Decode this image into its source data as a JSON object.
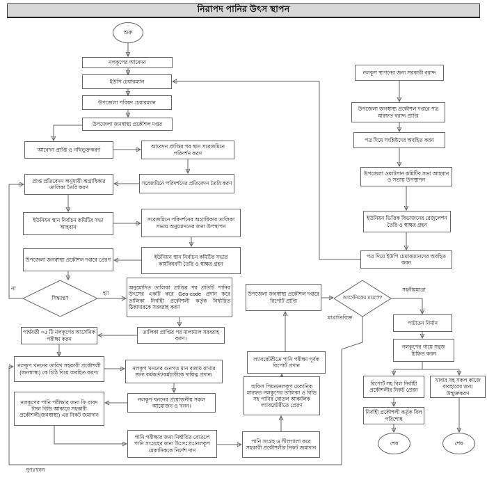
{
  "title": "নিরাপদ পানির উৎস স্থাপন",
  "labels": {
    "yes": "হ্যা",
    "no": "না",
    "tolerable": "সহনীয়মাত্রা",
    "excessive": "মাত্রাতিরিক্ত",
    "redig": "পুণঃখনন"
  },
  "colors": {
    "header_bg": "#d7d7d7",
    "line": "#616161",
    "node_border": "#636363",
    "node_bg": "#ffffff"
  },
  "nodes": {
    "start": "শুরু",
    "application": "নলকূপের আবেদন",
    "up_chairman": "ইউপি চেয়ারম্যান",
    "upazila_chairman": "উপজেলা পরিষদ চেয়ারম্যান",
    "dphe_office": "উপজেলা জনস্বাস্থ্য প্রকৌশল দপ্তর",
    "receive_register": "আবেদন প্রাপ্তি ও নথিভুক্তকরণ",
    "site_visit": "আবেদন প্রাপ্তির পর স্থান সরেজমিনে পরিদর্শন করণ",
    "visit_report": "সরেজমিনে পরিদর্শনের প্রতিবেদন তৈরি করণ",
    "priority_list": "প্রাপ্ত প্রতিবেদন অনুযায়ী অগ্রাধিকার তালিকা তৈরি করণ",
    "committee_meeting": "ইউনিয়ন স্থান নির্বাচন কমিটির সভা আহবান",
    "present_list": "সরেজমিনে পরিদর্শনের অগ্রাধিকার তালিকা সভায় অনুমোদনের জন্য উপস্থাপন",
    "send_dphe": "উপজেলা জনস্বাস্থ্য প্রকৌশল দপ্তরে প্রেরণ",
    "minutes": "ইউনিয়ন স্থান নির্বাচন কমিটির সভার কার্যবিবরণী তৈরি ও স্বাক্ষর গ্রহন",
    "decision": "সিদ্ধান্ত?",
    "geocode": "অনুমোদিত তালিকা প্রাপ্তির পর প্রতিটি পানির উৎসের একটি করে Geo-code প্রদান করে তালিকা নির্বাহী প্রকৌশলী কর্তৃক নির্ধারিত ঠিকাদারকে সরবরাহ করণ",
    "materials": "তালিকা প্রাপ্তির পর মালামাল সরবরাহ করণ।",
    "arsenic_test": "পার্শ্ববর্তী ০৫ টি নলকূপের আর্সেনিক পরীক্ষা করন",
    "inform_date": "নলকূপ খননের তারিখ সহকারী প্রকৌশলী (জনস্বাস্থ্য) কে চিঠি দিয়ে অবহিত করণ।",
    "assign_quality": "নলকূপ খননের গুনগত মান বজায় রাখার জন্য কর্মকর্তা/কর্মচারীকে দায়িত্ব প্রদান।",
    "drilling": "নলকূপ খননের প্রয়োজনীয় সকল আয়োজন ও খনন।",
    "fee_deposit": "নলকূপের পানি পরীক্ষার জন্য ফি বাবদ টাকা বিডি আকারে সহকারী প্রকৌশলী(জনস্বাস্থ্য) এর নিকট জমাদান",
    "bottle_instruct": "পানি পরীক্ষার জন্য নির্ধারিত বোতলে পানি সংগ্রহের জন্য উঃসঃপ্রঃ/নলকূপ মেকানিককে নির্দেশ দান",
    "seal_deposit": "পানি সংগ্রহ ও সীলগালা করে সহকারী প্রকৌশলীর নিকট জমাদান",
    "send_lab": "অফিস পিয়ন/নলকূপ মেকানিক মারফত নলকূপের তালিকা ও বিডি সহ পানির বোতল আঞ্চলিক ল্যাবরেটরীতে প্রেরণ",
    "lab_report": "ল্যাবরেটরীতে পানি পরীক্ষা পূর্বক রিপোর্ট প্রদান",
    "report_receipt": "উপজেলা জনস্বাস্থ্য প্রকৌশল দপ্তরে রিপোর্ট প্রাপ্তি",
    "arsenic_level": "আর্সেনিকের মাত্রা??",
    "platform": "পাটাতন নির্মান",
    "green_mark": "নলকূপের গায়ে সবুজ চিহ্নিত করন",
    "bill_send": "রিপোর্ট সহ বিল নির্বাহী প্রকৌশলীর নিকট প্রেরন",
    "open_use": "খাবার সহ সকল কাজে ব্যবহারের জন্য উন্মুক্তকরণ",
    "bill_pay": "নির্বাহী প্রকৌশলী কর্তৃক বিল পরিশোধ",
    "end_left": "শেষ",
    "end_right": "শেষ",
    "govt_allocation": "নলকূপ স্থাপনের জন্য সরকারী বরাদ্দ",
    "allocation_receipt": "উপজেলা জনস্বাস্থ্য প্রকৌশল দপ্তরে পত্র মারফত বরাদ্দ প্রাপ্তি",
    "inform_concerned": "পত্র দিয়ে সংশ্লিষ্টদের অবহিত করন",
    "watsan_meeting": "উপজেলা ওয়াটসান কমিটির সভা আহবান ও সভায় উপস্থাপন",
    "union_resolution": "ইউনিয়ন ভিত্তিক বিভাজনের রেজুলেশন তৈরি ও স্বাক্ষর গ্রহন",
    "inform_chairmen": "পত্র দিয়ে ইউপি চেয়ারম্যানদের অবহিত করন"
  }
}
